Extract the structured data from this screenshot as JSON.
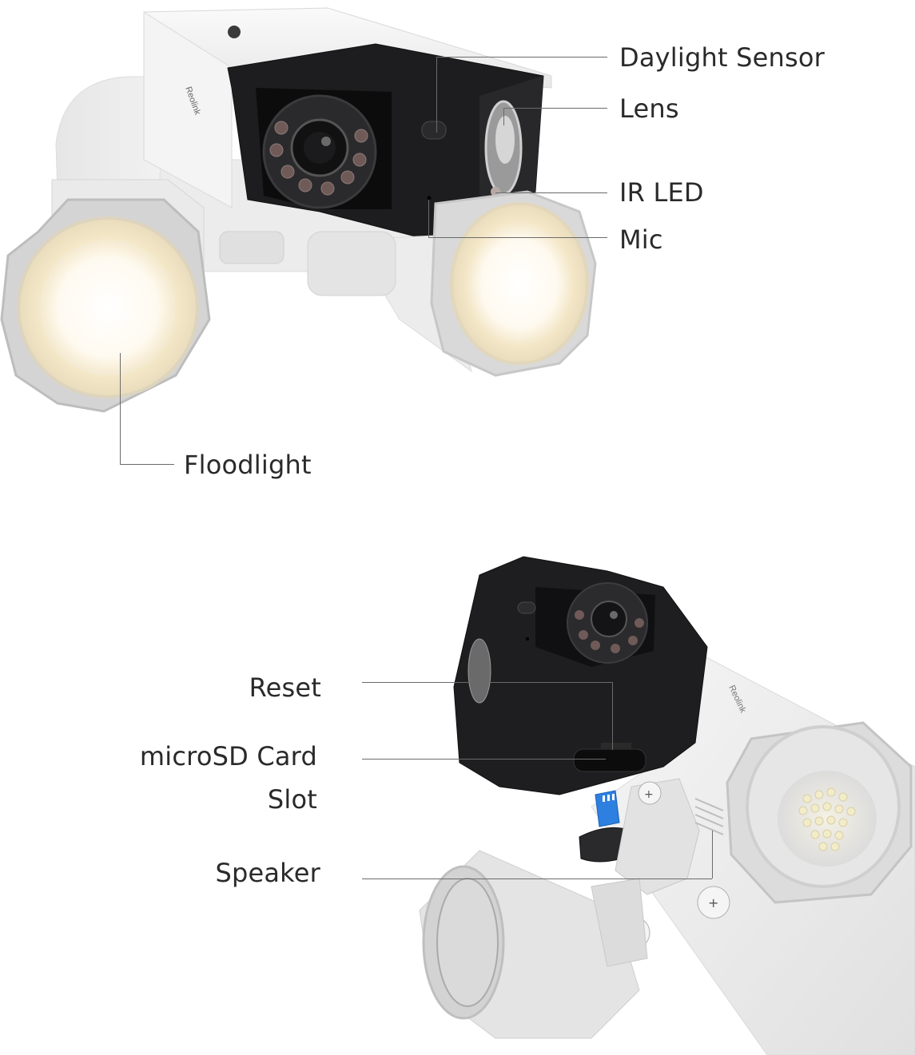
{
  "top_product": {
    "brand_mark": "Reolink",
    "callouts": [
      {
        "id": "daylight-sensor",
        "label": "Daylight Sensor"
      },
      {
        "id": "lens",
        "label": "Lens"
      },
      {
        "id": "ir-led",
        "label": "IR LED"
      },
      {
        "id": "mic",
        "label": "Mic"
      },
      {
        "id": "floodlight",
        "label": "Floodlight"
      }
    ]
  },
  "bottom_product": {
    "brand_mark": "Reolink",
    "callouts": [
      {
        "id": "reset",
        "label": "Reset"
      },
      {
        "id": "microsd-card-slot",
        "label_line1": "microSD Card",
        "label_line2": "Slot"
      },
      {
        "id": "speaker",
        "label": "Speaker"
      }
    ]
  },
  "colors": {
    "background": "#ffffff",
    "label_text": "#2a2a2a",
    "leader_line": "#6b6b6b",
    "camera_black": "#1c1c1e",
    "housing_white": "#eeeeee",
    "floodlight_glow": "#f6ecd2",
    "microsd_blue": "#2d7fe0"
  }
}
